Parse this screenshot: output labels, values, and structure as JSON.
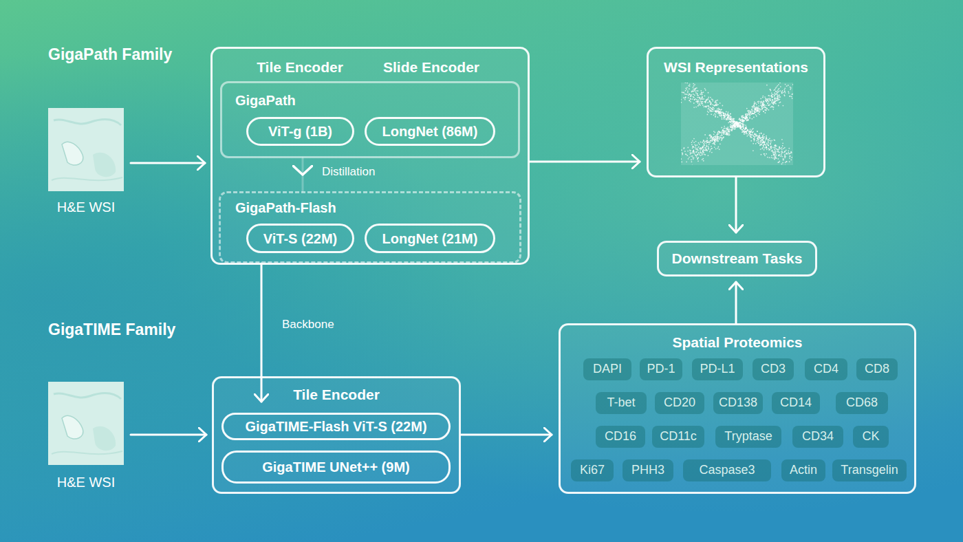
{
  "diagram": {
    "nodes": [
      {
        "text": [
          "H&E WSI"
        ]
      },
      {
        "text": [
          "Tile Encoder",
          "Slide Encoder"
        ]
      },
      {
        "text": [
          "GigaPath"
        ],
        "in": 1
      },
      {
        "text": [
          "ViT-g (1B)"
        ],
        "in": 2
      },
      {
        "text": [
          "LongNet (86M)"
        ],
        "in": 2
      },
      {
        "text": [
          "GigaPath-Flash"
        ],
        "in": 1
      },
      {
        "text": [
          "ViT-S (22M)"
        ],
        "in": 5
      },
      {
        "text": [
          "LongNet (21M)"
        ],
        "in": 5
      },
      {
        "text": [
          "WSI Representations"
        ]
      },
      {
        "text": [
          "Downstream Tasks"
        ]
      },
      {
        "text": [
          "H&E WSI"
        ]
      },
      {
        "text": [
          "Tile Encoder"
        ]
      },
      {
        "text": [
          "GigaTIME-Flash ViT-S (22M)"
        ],
        "in": 11
      },
      {
        "text": [
          "GigaTIME UNet++ (9M)"
        ],
        "in": 11
      },
      {
        "text": [
          "Spatial Proteomics"
        ]
      },
      {
        "text": [
          "DAPI"
        ],
        "in": 14
      },
      {
        "text": [
          "PD-1"
        ],
        "in": 14
      },
      {
        "text": [
          "PD-L1"
        ],
        "in": 14
      },
      {
        "text": [
          "CD3"
        ],
        "in": 14
      },
      {
        "text": [
          "CD4"
        ],
        "in": 14
      },
      {
        "text": [
          "CD8"
        ],
        "in": 14
      },
      {
        "text": [
          "T-bet"
        ],
        "in": 14
      },
      {
        "text": [
          "CD20"
        ],
        "in": 14
      },
      {
        "text": [
          "CD138"
        ],
        "in": 14
      },
      {
        "text": [
          "CD14"
        ],
        "in": 14
      },
      {
        "text": [
          "CD68"
        ],
        "in": 14
      },
      {
        "text": [
          "CD16"
        ],
        "in": 14
      },
      {
        "text": [
          "CD11c"
        ],
        "in": 14
      },
      {
        "text": [
          "Tryptase"
        ],
        "in": 14
      },
      {
        "text": [
          "CD34"
        ],
        "in": 14
      },
      {
        "text": [
          "CK"
        ],
        "in": 14
      },
      {
        "text": [
          "Ki67"
        ],
        "in": 14
      },
      {
        "text": [
          "PHH3"
        ],
        "in": 14
      },
      {
        "text": [
          "Caspase3"
        ],
        "in": 14
      },
      {
        "text": [
          "Actin"
        ],
        "in": 14
      },
      {
        "text": [
          "Transgelin"
        ],
        "in": 14
      }
    ],
    "edges": [
      {
        "from": 0,
        "to": 1,
        "arrow": "to"
      },
      {
        "from": 1,
        "to": 8,
        "arrow": "to"
      },
      {
        "from": 8,
        "to": 9,
        "arrow": "to"
      },
      {
        "from": 14,
        "to": 9,
        "arrow": "to"
      },
      {
        "from": 2,
        "to": 5,
        "arrow": "to",
        "label": "Distillation"
      },
      {
        "from": 5,
        "to": 12,
        "arrow": "to",
        "label": "Backbone"
      },
      {
        "from": 10,
        "to": 11,
        "arrow": "to"
      },
      {
        "from": 11,
        "to": 14,
        "arrow": "to"
      }
    ],
    "labels": [
      "GigaPath Family",
      "GigaTIME Family"
    ]
  }
}
